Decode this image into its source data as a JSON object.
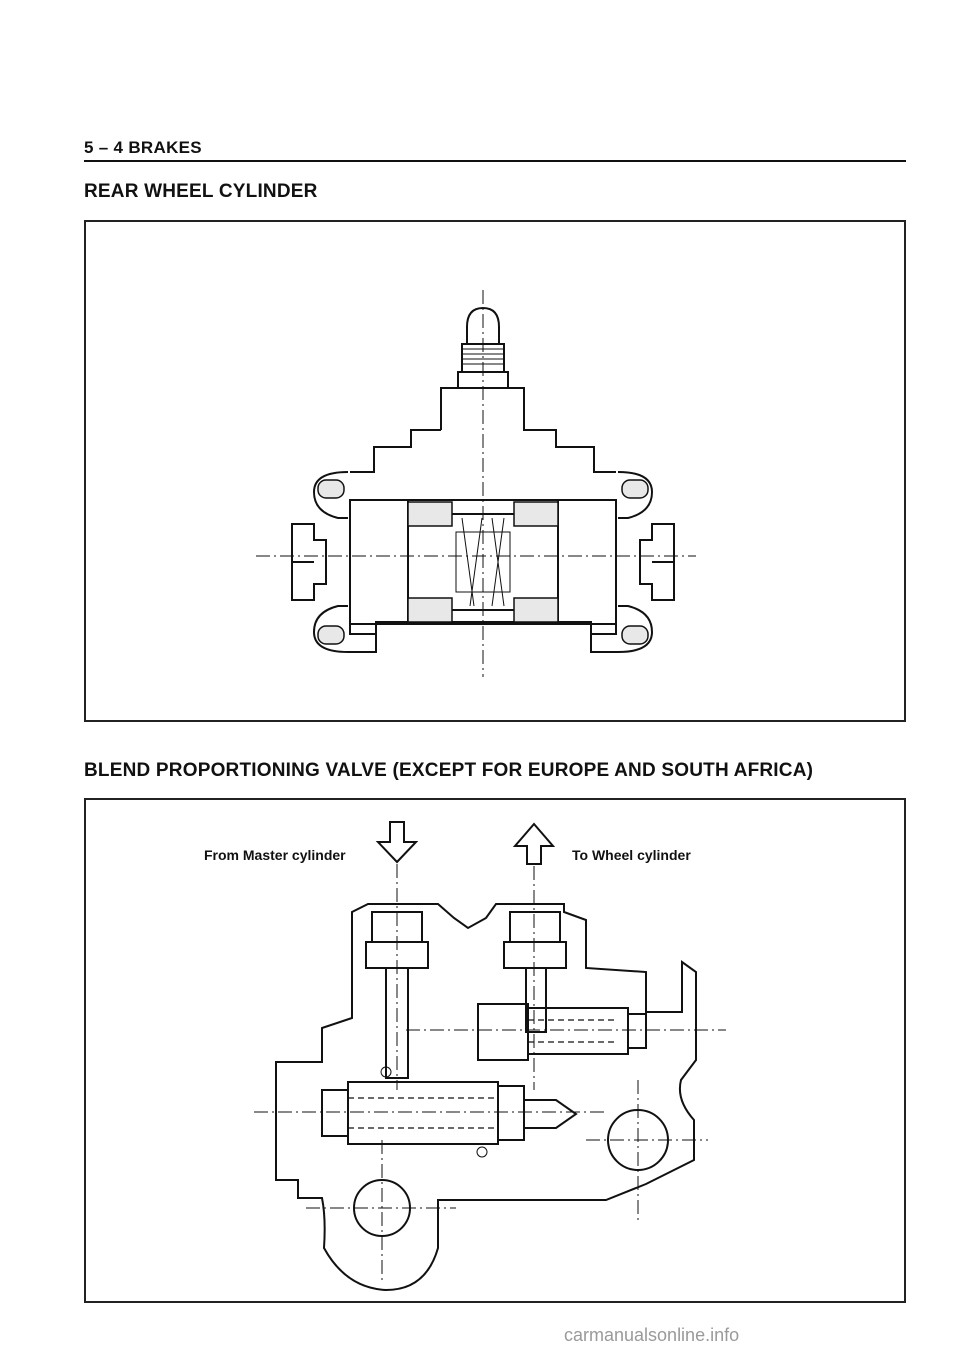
{
  "header": {
    "page_ref": "5 – 4  BRAKES"
  },
  "sections": [
    {
      "title": "REAR WHEEL CYLINDER"
    },
    {
      "title": "BLEND PROPORTIONING VALVE (EXCEPT FOR EUROPE AND SOUTH AFRICA)"
    }
  ],
  "valve_diagram": {
    "label_from": "From Master cylinder",
    "label_to": "To Wheel cylinder"
  },
  "footer": {
    "watermark": "carmanualsonline.info"
  }
}
